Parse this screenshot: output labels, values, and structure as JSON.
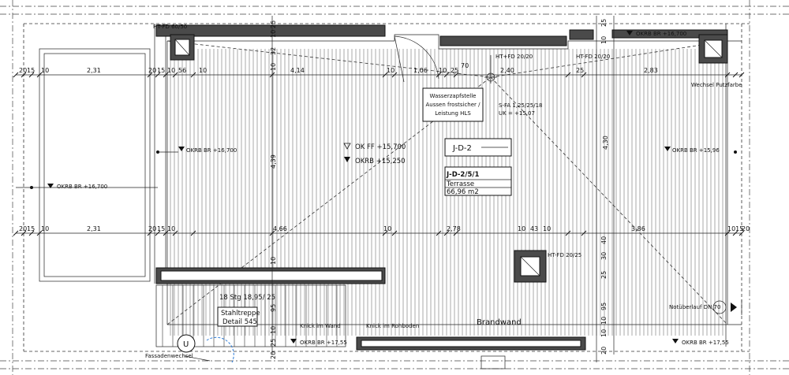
{
  "dims_top": {
    "a20": "20",
    "a15": "15",
    "a10": "10",
    "w231": "2,31",
    "b20": "20",
    "b15": "15",
    "b10": "10",
    "b56": "56",
    "b10b": "10",
    "v414": "4,14",
    "c10": "10",
    "v106": "1,06",
    "c10b": "10",
    "c25": "25",
    "v70": "70",
    "v240": "2,40",
    "d25": "25",
    "v283": "2,83"
  },
  "dims_mid": {
    "a20": "20",
    "a15": "15",
    "a10": "10",
    "w231": "2,31",
    "b20": "20",
    "b15": "15",
    "b10": "10",
    "v466": "4,66",
    "c10": "10",
    "v278": "2,78",
    "d10": "10",
    "d43": "43",
    "d10b": "10",
    "v386": "3,86",
    "e1015": "1015",
    "e20": "20"
  },
  "dims_vert": {
    "v32": "32",
    "v10": "10",
    "v25": "25",
    "v10b": "10",
    "v430": "4,30",
    "v439": "4,39",
    "r25": "25",
    "r10": "10",
    "r30": "30",
    "r40": "40",
    "r25b": "25",
    "r10b": "10",
    "r95": "95",
    "r10c": "10",
    "r20": "20",
    "l10": "10",
    "l95": "95",
    "l25": "25",
    "l20": "20",
    "l10b": "10"
  },
  "labels": {
    "ht_fd_top_left": "HT-FD 60/50",
    "ht_fd_left_dupe": "HT-FD 60/50",
    "ht_fd_mid": "HT+FD 20/20",
    "ht_fd_right": "HT-FD 20/20",
    "okrb_top_right": "OKRB BR +16,700",
    "okrb_left_room": "OKRB BR +16,700",
    "okrb_left_outer": "OKRB BR +16,700",
    "ok_ff": "OK FF +15,700",
    "okrb": "OKRB +15,250",
    "okrb_right": "OKRB BR +15,96",
    "water_1": "Wasserzapfstelle",
    "water_2": "Aussen frostsicher /",
    "water_3": "Leistung HLS",
    "sfa_1": "S-FA 1,25/25/18",
    "sfa_2": "UK = +15,07",
    "wechsel": "Wechsel Putzfarbe",
    "room_code": "J-D-2",
    "room_num": "J-D-2/5/1",
    "room_name": "Terrasse",
    "room_area": "66,96 m2",
    "ht_fd_small": "HT-FD 20/25",
    "stairs_1": "18 Stg 18,95/ 25",
    "stairs_2": "Stahltreppe",
    "stairs_3": "Detail 545",
    "knick_wand": "Knick im Wand",
    "knick_boden": "Knick im Rohboden",
    "brandwand": "Brandwand",
    "notuberlauf": "Notüberlauf DN 70",
    "okrb_bottom_left": "OKRB BR +17,55",
    "okrb_bottom_right": "OKRB BR +17,55",
    "u_mark": "U",
    "fassade": "Fassadenwechsel"
  }
}
